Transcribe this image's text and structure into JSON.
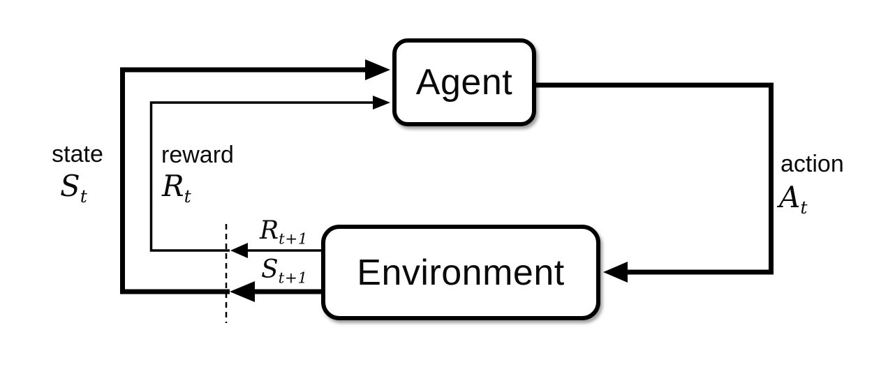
{
  "diagram": {
    "nodes": {
      "agent": {
        "label": "Agent"
      },
      "environment": {
        "label": "Environment"
      }
    },
    "edges": {
      "state": {
        "word": "state",
        "symbol": "S",
        "subscript": "t"
      },
      "reward": {
        "word": "reward",
        "symbol": "R",
        "subscript": "t"
      },
      "action": {
        "word": "action",
        "symbol": "A",
        "subscript": "t"
      },
      "next_reward": {
        "symbol": "R",
        "subscript": "t+1"
      },
      "next_state": {
        "symbol": "S",
        "subscript": "t+1"
      }
    },
    "colors": {
      "line": "#000000",
      "box_border": "#000000",
      "background": "#ffffff",
      "text": "#0a0a0a"
    }
  }
}
